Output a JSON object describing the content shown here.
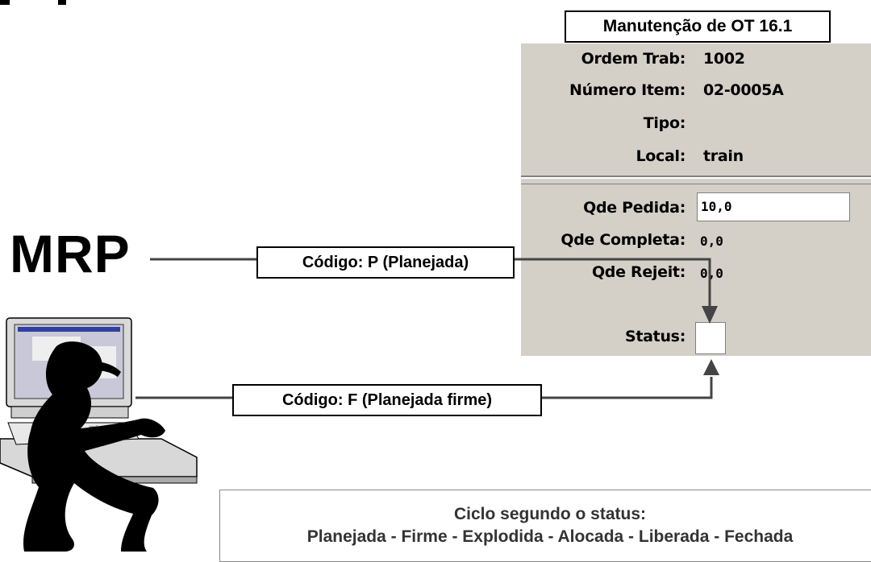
{
  "window": {
    "title": "Manutenção de OT 16.1"
  },
  "form": {
    "ordem_label": "Ordem Trab:",
    "ordem_value": "1002",
    "item_label": "Número Item:",
    "item_value": "02-0005A",
    "tipo_label": "Tipo:",
    "tipo_value": "",
    "local_label": "Local:",
    "local_value": "train",
    "qde_pedida_label": "Qde Pedida:",
    "qde_pedida_value": "10,0",
    "qde_completa_label": "Qde Completa:",
    "qde_completa_value": "0,0",
    "qde_rejeit_label": "Qde Rejeit:",
    "qde_rejeit_value": "0,0",
    "status_label": "Status:",
    "status_value": ""
  },
  "diagram": {
    "mrp_label": "MRP",
    "code_p": "Código: P (Planejada)",
    "code_f": "Código: F (Planejada firme)"
  },
  "cycle": {
    "title": "Ciclo segundo o status:",
    "sequence": "Planejada - Firme - Explodida - Alocada - Liberada - Fechada"
  },
  "colors": {
    "panel_bg": "#d4d0c8",
    "arrow": "#444444"
  },
  "icons": {
    "person_at_computer": "person-at-computer-clipart"
  }
}
